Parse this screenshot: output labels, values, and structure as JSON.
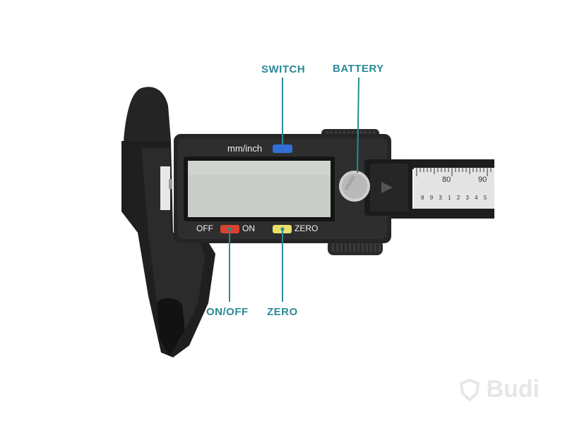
{
  "callouts": {
    "switch": "SWITCH",
    "battery": "BATTERY",
    "on_off": "ON/OFF",
    "zero": "ZERO"
  },
  "panel": {
    "unit_label": "mm/inch",
    "off_label": "OFF",
    "on_label": "ON",
    "zero_label": "ZERO"
  },
  "scale": {
    "numbers": [
      "80",
      "90"
    ],
    "vernier_numbers": [
      "8",
      "9",
      "3",
      "1",
      "2",
      "3",
      "4",
      "5"
    ]
  },
  "watermark": {
    "text": "Budi"
  },
  "colors": {
    "callout": "#2a8a96",
    "switch_button": "#2f6fd6",
    "on_button": "#d9422e",
    "zero_button": "#e8e06a",
    "body": "#222222",
    "lcd": "#c9cdc8"
  }
}
